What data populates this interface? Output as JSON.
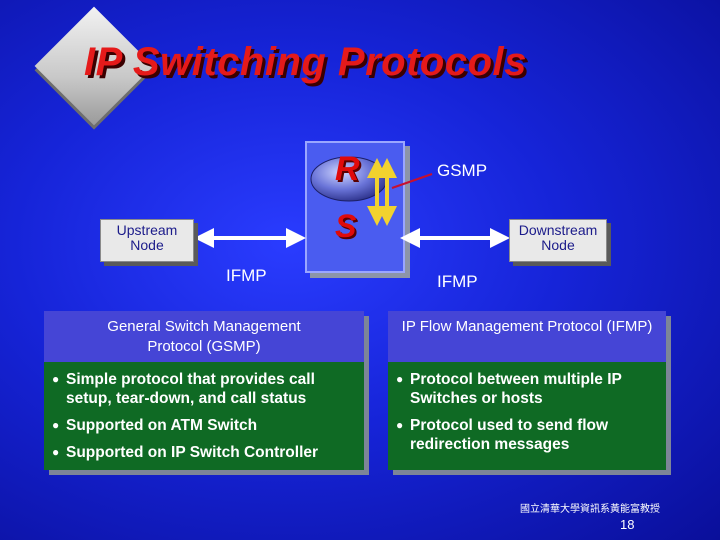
{
  "title": "IP Switching Protocols",
  "diagram": {
    "router_letter": "R",
    "switch_letter": "S",
    "gsmp_label": "GSMP",
    "upstream_node": "Upstream\nNode",
    "downstream_node": "Downstream\nNode",
    "ifmp_left": "IFMP",
    "ifmp_right": "IFMP"
  },
  "left_panel": {
    "heading": "General Switch Management Protocol (GSMP)",
    "bullets": [
      "Simple protocol that provides call setup, tear-down, and call status",
      "Supported on ATM Switch",
      "Supported on IP Switch Controller"
    ]
  },
  "right_panel": {
    "heading": "IP Flow Management Protocol (IFMP)",
    "bullets": [
      "Protocol between multiple IP Switches or hosts",
      "Protocol used to send flow redirection messages"
    ]
  },
  "footer": {
    "affiliation": "國立清華大學資訊系黃能富教授",
    "page_number": "18"
  },
  "colors": {
    "background": "#1624d8",
    "title": "#e51a1a",
    "panel_heading": "#4545d6",
    "panel_body": "#0f6a24",
    "arrow": "#f2d22e"
  }
}
